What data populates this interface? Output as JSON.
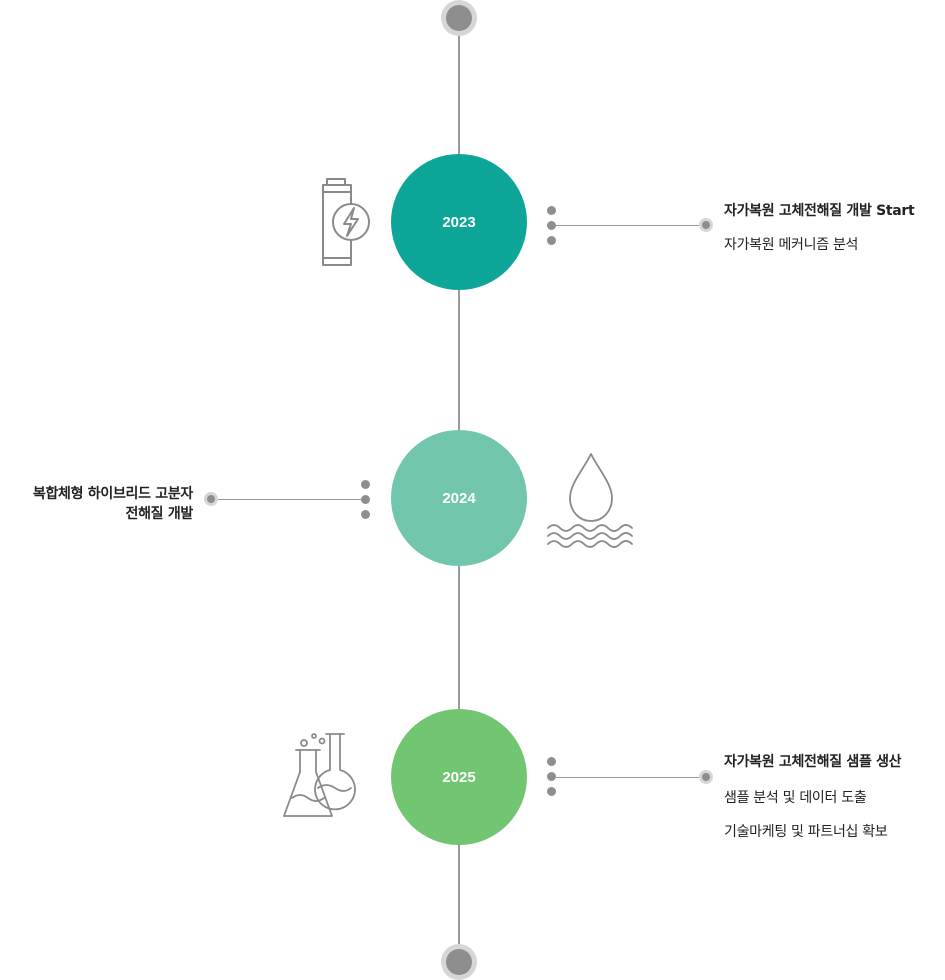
{
  "timeline": {
    "colors": {
      "line": "#9a9a9a",
      "dot": "#8e8e8e",
      "halo": "#d6d6d6",
      "icon_stroke": "#8a8a8a"
    },
    "items": [
      {
        "year": "2023",
        "color": "#0fa69a",
        "icon": "battery-charging-icon",
        "title": "자가복원 고체전해질 개발 Start",
        "details": [
          "자가복원 메커니즘 분석"
        ]
      },
      {
        "year": "2024",
        "color": "#72c6ad",
        "icon": "water-drop-icon",
        "title_lines": [
          "복합체형 하이브리드 고분자",
          "전해질 개발"
        ]
      },
      {
        "year": "2025",
        "color": "#72c672",
        "icon": "lab-flask-icon",
        "title": "자가복원 고체전해질 샘플 생산",
        "details": [
          "샘플 분석 및 데이터 도출",
          "기술마케팅 및 파트너십 확보"
        ]
      }
    ]
  }
}
